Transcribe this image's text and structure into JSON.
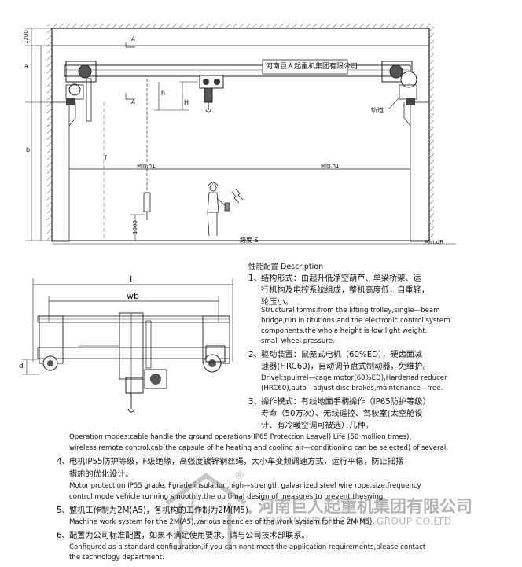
{
  "elevation_drawing": {
    "company_sign": "河南巨人起重机集团有限公司",
    "dim_top": "1200",
    "dim_a": "a",
    "dim_b": "b",
    "dim_f": "f",
    "dim_h": "h",
    "dim_H": "H",
    "dim_1000": "1000",
    "section_mark": "A",
    "rail_label": "轨道",
    "min_h1": "Min.h1",
    "span_label": "跨度 S",
    "min_dR": "Min.dR"
  },
  "plan_drawing": {
    "dim_L": "L",
    "dim_wb": "wb",
    "dim_d": "d"
  },
  "description": {
    "heading": "性能配置 Description",
    "item1": {
      "num": "1、",
      "cn_line1": "结构形式：由起升低净空葫芦、单梁桥架、运",
      "cn_line2": "行机构及电控系统组成，整机高度低，自重轻，",
      "cn_line3": "轮压小。",
      "en_line1": "Structural forms:from the lifting trolley,single—beam",
      "en_line2": "bridge,run in titutions and the electronic control system",
      "en_line3": "components,the whole height is low,light weight,",
      "en_line4": "small wheel pressure."
    },
    "item2": {
      "num": "2、",
      "cn_line1": "驱动装置：鼠笼式电机（60%ED），硬齿面减",
      "cn_line2": "速器(HRC60)，自动调节盘式制动器，免维护。",
      "en_line1": "Drivel:spuirrel—cage motor(60%ED),Hardenad reducer",
      "en_line2": "(HRC60),auto—adjust disc brakes,maintenance—free."
    },
    "item3": {
      "num": "3、",
      "cn_line1": "操作模式：有线地面手柄操作（IP65防护等级）",
      "cn_line2": "寿命（50万次）、无线遥控、驾驶室(太空舱设",
      "cn_line3": "计、有冷暖空调可被选）几种。",
      "en_line1": "Operation modes:cable handle the ground operations(IP65 Protection Leavel) Life (50 mollion times),",
      "en_line2": "wireless remote control,cab(the capsule of he heating and cooling air—conditioning can be selected) of several."
    },
    "item4": {
      "num": "4、",
      "cn_line1": "电机IP55防护等级，F级绝缘，高强度镀锌钢丝绳，大小车变频调速方式，运行平稳，防止摇摆",
      "cn_line2": "措施的优化设计。",
      "en_line1": "Motor protection IP55 grade, Fgrade insulation,high—strength galvanized steel wire rope,size,frequency",
      "en_line2": "control mode vehicle running smoothly,the op timal design of measures to prevent theswing."
    },
    "item5": {
      "num": "5、",
      "cn_line1": "整机工作制为2M(A5)，各机构的工作制为2M(M5)。",
      "en_line1": "Machine work system for the 2M(A5),various agencies of the work system for the 2M(M5)."
    },
    "item6": {
      "num": "6、",
      "cn_line1": "配置为公司标准配置，如果不满足使用要求，请与公司技术部联系。",
      "en_line1": "Configured as a standard configuration,if you can nont meet the application requirements,please contact",
      "en_line2": "the technology department."
    }
  },
  "watermark": {
    "registered": "®",
    "cn_name": "河南巨人起重机集团有限公司",
    "en_name": "HENNAN JUREN CRANE GROUP CO.LTD"
  }
}
